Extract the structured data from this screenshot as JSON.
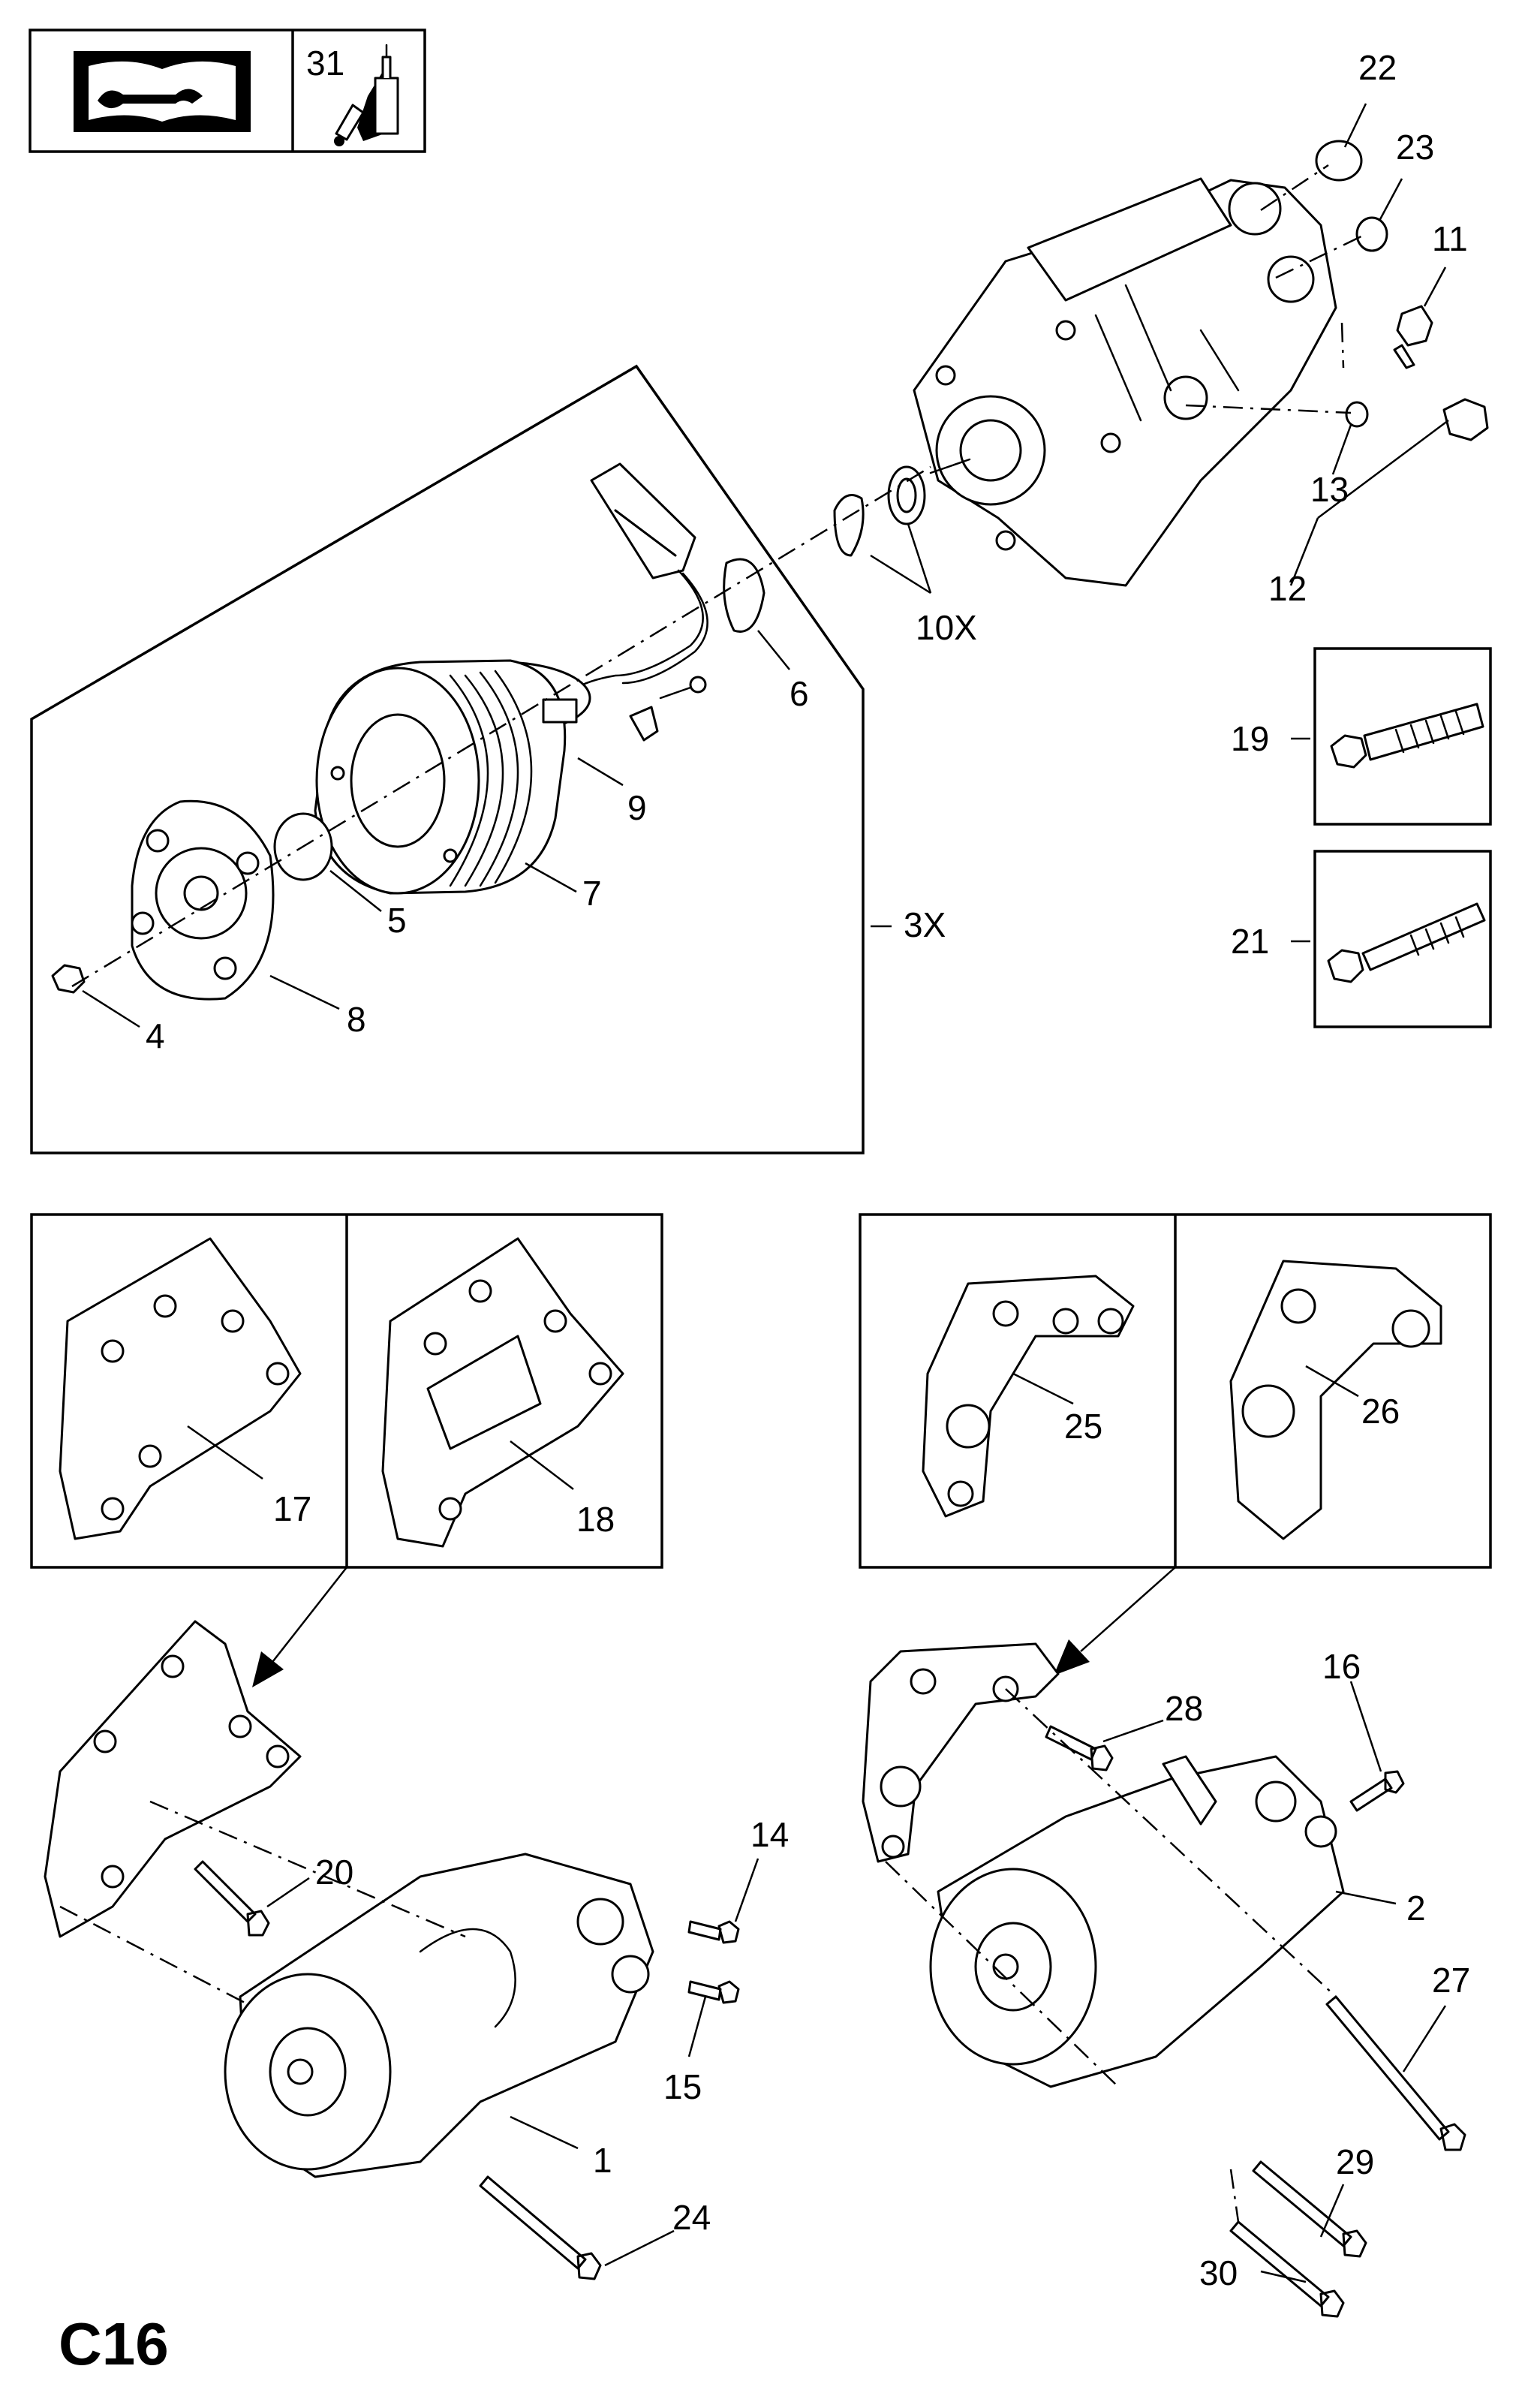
{
  "page_code": "C16",
  "tool_box": {
    "number": "31",
    "icon_manual": "manual-wrench-icon",
    "icon_adhesive": "adhesive-bottle-icon"
  },
  "callouts": {
    "p1": "1",
    "p2": "2",
    "p3x": "3X",
    "p4": "4",
    "p5": "5",
    "p6": "6",
    "p7": "7",
    "p8": "8",
    "p9": "9",
    "p10x": "10X",
    "p11": "11",
    "p12": "12",
    "p13": "13",
    "p14": "14",
    "p15": "15",
    "p16": "16",
    "p17": "17",
    "p18": "18",
    "p19": "19",
    "p20": "20",
    "p21": "21",
    "p22": "22",
    "p23": "23",
    "p24": "24",
    "p25": "25",
    "p26": "26",
    "p27": "27",
    "p28": "28",
    "p29": "29",
    "p30": "30"
  }
}
